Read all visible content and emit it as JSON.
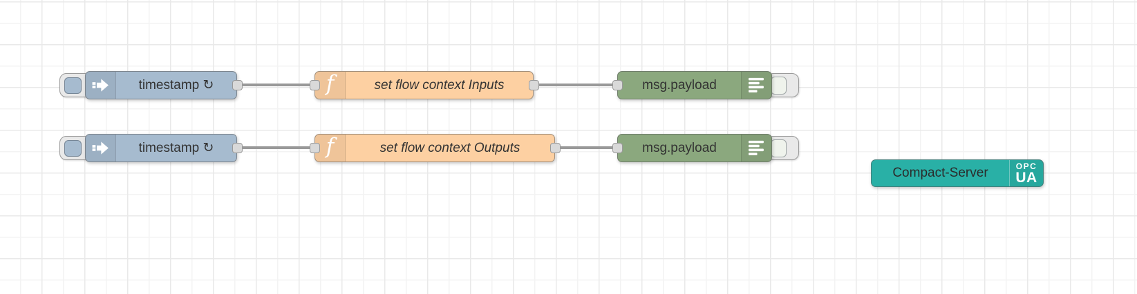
{
  "workspace": {
    "background": "#ffffff",
    "grid_major_color": "#e9e9e9",
    "grid_minor_color": "#f3f3f3"
  },
  "palette_colors": {
    "inject": "#a6bbcf",
    "function": "#fdd0a2",
    "debug": "#8ba87e",
    "opcua_server": "#29b0a6",
    "wire": "#999999",
    "port_fill": "#d9d9d9",
    "label": "#333333"
  },
  "flows": [
    {
      "inject": {
        "label": "timestamp ↻"
      },
      "function": {
        "label": "set flow context Inputs",
        "icon_glyph": "f"
      },
      "debug": {
        "label": "msg.payload"
      }
    },
    {
      "inject": {
        "label": "timestamp ↻"
      },
      "function": {
        "label": "set flow context Outputs",
        "icon_glyph": "f"
      },
      "debug": {
        "label": "msg.payload"
      }
    }
  ],
  "server_node": {
    "label": "Compact-Server",
    "badge_line1": "OPC",
    "badge_line2": "UA"
  }
}
